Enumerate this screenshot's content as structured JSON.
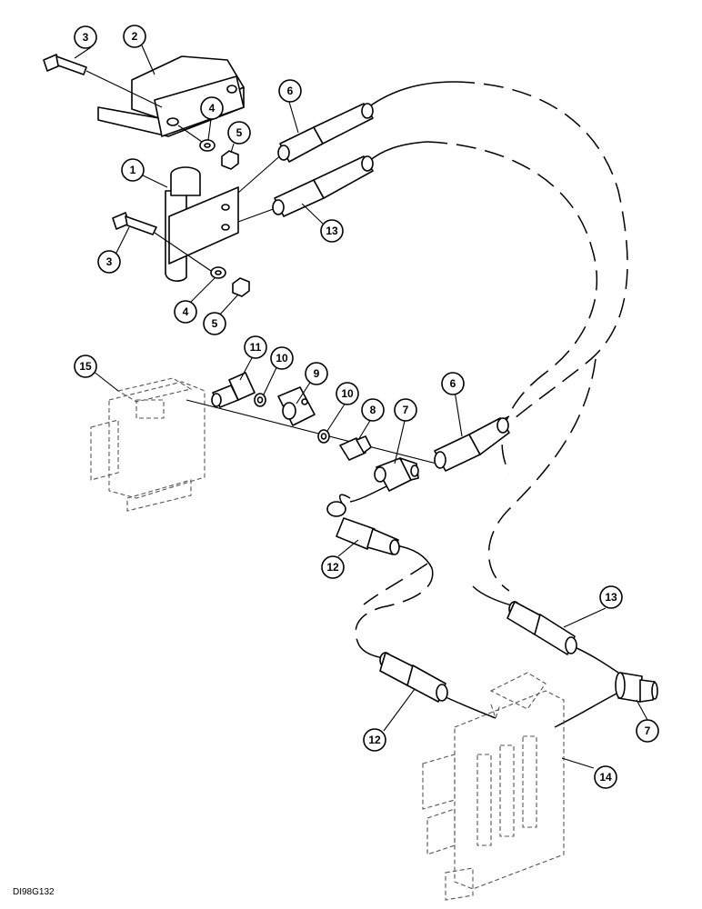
{
  "callouts": [
    {
      "id": "c3a",
      "label": "3"
    },
    {
      "id": "c2",
      "label": "2"
    },
    {
      "id": "c4a",
      "label": "4"
    },
    {
      "id": "c5a",
      "label": "5"
    },
    {
      "id": "c6a",
      "label": "6"
    },
    {
      "id": "c1",
      "label": "1"
    },
    {
      "id": "c13a",
      "label": "13"
    },
    {
      "id": "c3b",
      "label": "3"
    },
    {
      "id": "c4b",
      "label": "4"
    },
    {
      "id": "c5b",
      "label": "5"
    },
    {
      "id": "c15",
      "label": "15"
    },
    {
      "id": "c11",
      "label": "11"
    },
    {
      "id": "c10a",
      "label": "10"
    },
    {
      "id": "c9",
      "label": "9"
    },
    {
      "id": "c10b",
      "label": "10"
    },
    {
      "id": "c8",
      "label": "8"
    },
    {
      "id": "c7a",
      "label": "7"
    },
    {
      "id": "c6b",
      "label": "6"
    },
    {
      "id": "c12a",
      "label": "12"
    },
    {
      "id": "c13b",
      "label": "13"
    },
    {
      "id": "c12b",
      "label": "12"
    },
    {
      "id": "c7b",
      "label": "7"
    },
    {
      "id": "c14",
      "label": "14"
    }
  ],
  "reference_code": "DI98G132"
}
